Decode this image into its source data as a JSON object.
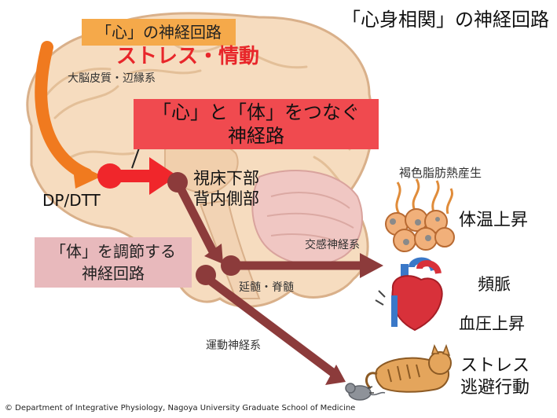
{
  "title": "「心身相関」の神経回路",
  "labels": {
    "kokoro_circuit": "「心」の神経回路",
    "stress_emotion": "ストレス・情動",
    "cortex_limbic": "大脳皮質・辺縁系",
    "connect_line1": "「心」と「体」をつなぐ",
    "connect_line2": "神経路",
    "dp_dtt": "DP/DTT",
    "hypothalamus_line1": "視床下部",
    "hypothalamus_line2": "背内側部",
    "body_circuit_line1": "「体」を調節する",
    "body_circuit_line2": "神経回路",
    "sympathetic": "交感神経系",
    "medulla_spinal": "延髄・脊髄",
    "motor": "運動神経系",
    "brown_fat": "褐色脂肪熱産生",
    "body_temp": "体温上昇",
    "tachycardia": "頻脈",
    "blood_pressure": "血圧上昇",
    "stress_escape_line1": "ストレス",
    "stress_escape_line2": "逃避行動"
  },
  "copyright": "© Department of Integrative Physiology, Nagoya University Graduate School of Medicine",
  "colors": {
    "brain": "#f6dcbf",
    "brain_outline": "#d9b08a",
    "cerebellum": "#f0c7c3",
    "pathway": "#8c3b3b",
    "red_arrow": "#f0262b",
    "orange_arrow": "#f07a1f",
    "kokoro_box": "#f5a94a",
    "connect_box": "#f04a4f",
    "body_box": "#e8b9bc"
  },
  "icons": [
    "brown-fat-cells-icon",
    "heart-icon",
    "cat-icon",
    "mouse-icon"
  ]
}
